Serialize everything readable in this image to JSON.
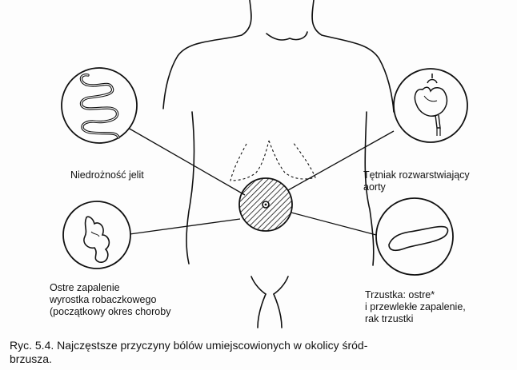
{
  "labels": {
    "obstruction": [
      "Niedrożność jelit"
    ],
    "aorta": [
      "Tętniak rozwarstwiający",
      "aorty"
    ],
    "appendix": [
      "Ostre zapalenie",
      "wyrostka robaczkowego",
      "(początkowy okres choroby"
    ],
    "pancreas": [
      "Trzustka: ostre*",
      "i przewlekłe zapalenie,",
      "rak trzustki"
    ]
  },
  "caption": [
    "Ryc. 5.4. Najczęstsze przyczyny bólów umiejscowionych w okolicy śród-",
    "brzusza."
  ],
  "icons": {
    "intestine": "intestine-icon",
    "heart_aorta": "heart-aorta-icon",
    "appendix": "appendix-icon",
    "pancreas": "pancreas-icon"
  },
  "colors": {
    "ink": "#111111",
    "paper": "#fdfdfd"
  }
}
